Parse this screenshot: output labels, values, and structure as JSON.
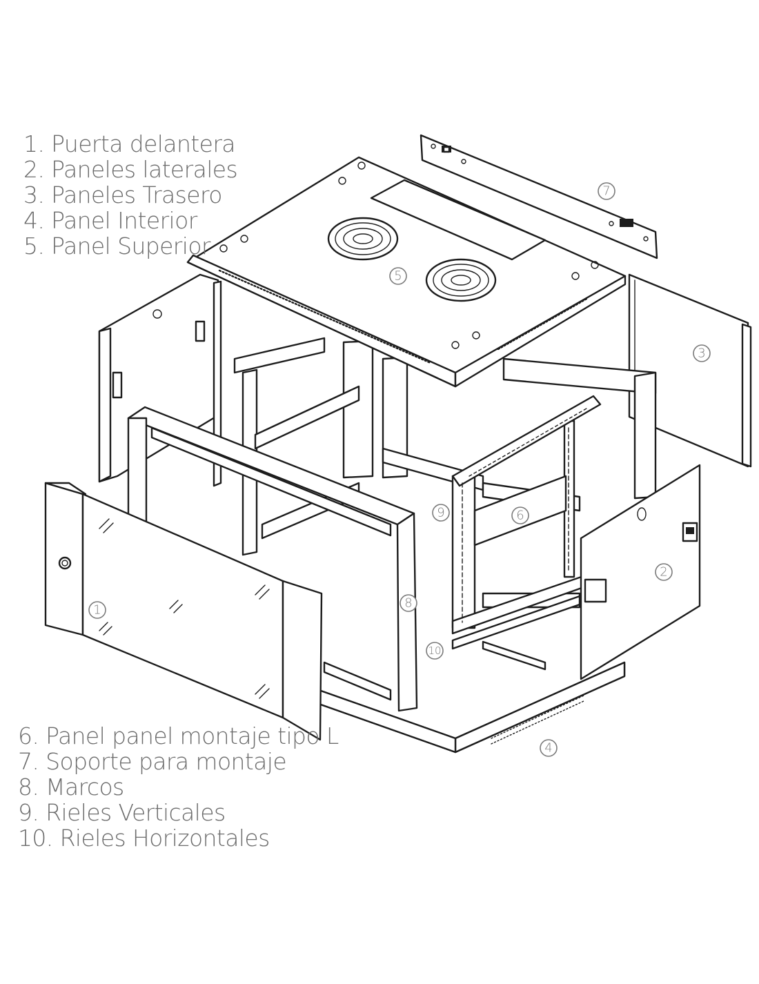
{
  "legend_top": [
    "1. Puerta delantera",
    "2. Paneles laterales",
    "3. Paneles Trasero",
    "4. Panel Interior",
    "5. Panel Superior"
  ],
  "legend_bottom": [
    "6. Panel panel montaje tipo L",
    "7. Soporte para montaje",
    "8. Marcos",
    "9. Rieles Verticales",
    "10. Rieles Horizontales"
  ],
  "callouts": [
    "1",
    "2",
    "3",
    "4",
    "5",
    "6",
    "7",
    "8",
    "9",
    "10"
  ],
  "colors": {
    "line": "#1c1c1c",
    "legend_text": "#6b6b6b",
    "callout": "#7a7a7a",
    "background": "#ffffff"
  }
}
